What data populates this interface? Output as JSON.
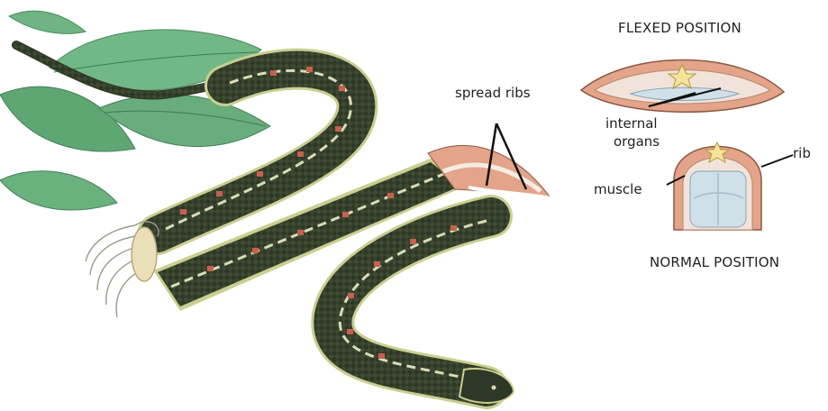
{
  "labels": {
    "spread_ribs": "spread ribs",
    "flexed_position": "FLEXED POSITION",
    "internal_organs_line1": "internal",
    "internal_organs_line2": "organs",
    "muscle": "muscle",
    "rib": "rib",
    "normal_position": "NORMAL POSITION"
  },
  "colors": {
    "leaf": "#5fa772",
    "snake_body": "#2e3826",
    "snake_stripe": "#d9dcb6",
    "snake_spot": "#c8604d",
    "muscle_tissue": "#e3a48a",
    "organ": "#cfe0e8"
  }
}
